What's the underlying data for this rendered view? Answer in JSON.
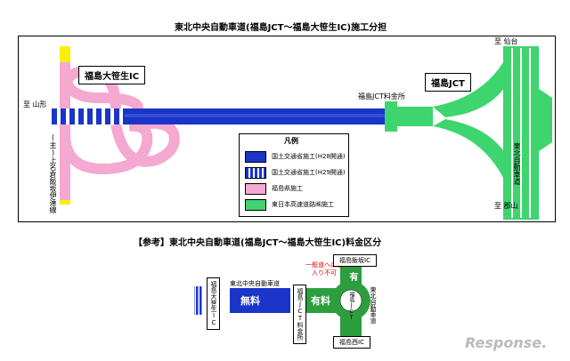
{
  "title_top": "東北中央自動車道(福島JCT〜福島大笹生IC)施工分担",
  "top_map": {
    "ic_name": "福島大笹生IC",
    "jct_name": "福島JCT",
    "to_west": "至 山形",
    "to_north": "至 仙台",
    "to_south": "至 郡山",
    "toll_booth": "福島JCT料金所",
    "local_road": "(主)上名倉飯坂伊達線",
    "expressway_side": "東北自動車道"
  },
  "legend": {
    "title": "凡例",
    "items": [
      {
        "label": "国土交通省施工(H28開通)",
        "color": "#1a35c8",
        "pattern": "solid"
      },
      {
        "label": "国土交通省施工(H29開通)",
        "color": "#1a35c8",
        "pattern": "stripe"
      },
      {
        "label": "福島県施工",
        "color": "#f5a8d0",
        "pattern": "solid"
      },
      {
        "label": "東日本高速道路㈱施工",
        "color": "#3ed46e",
        "pattern": "solid"
      }
    ]
  },
  "title_bottom": "【参考】東北中央自動車道(福島JCT〜福島大笹生IC)料金区分",
  "bottom_map": {
    "ic_label": "福島大笹生IC",
    "road_label": "東北中央自動車道",
    "free_label": "無料",
    "toll_booth_label": "福島JCT料金所",
    "paid_label": "有料",
    "warning": "一般道への出入り不可",
    "iizaka_ic": "福島飯坂IC",
    "nishi_ic": "福島西IC",
    "jct_label": "福島JCT",
    "paid_vertical": "有料",
    "expressway_label": "東北自動車道"
  },
  "watermark": "Response."
}
